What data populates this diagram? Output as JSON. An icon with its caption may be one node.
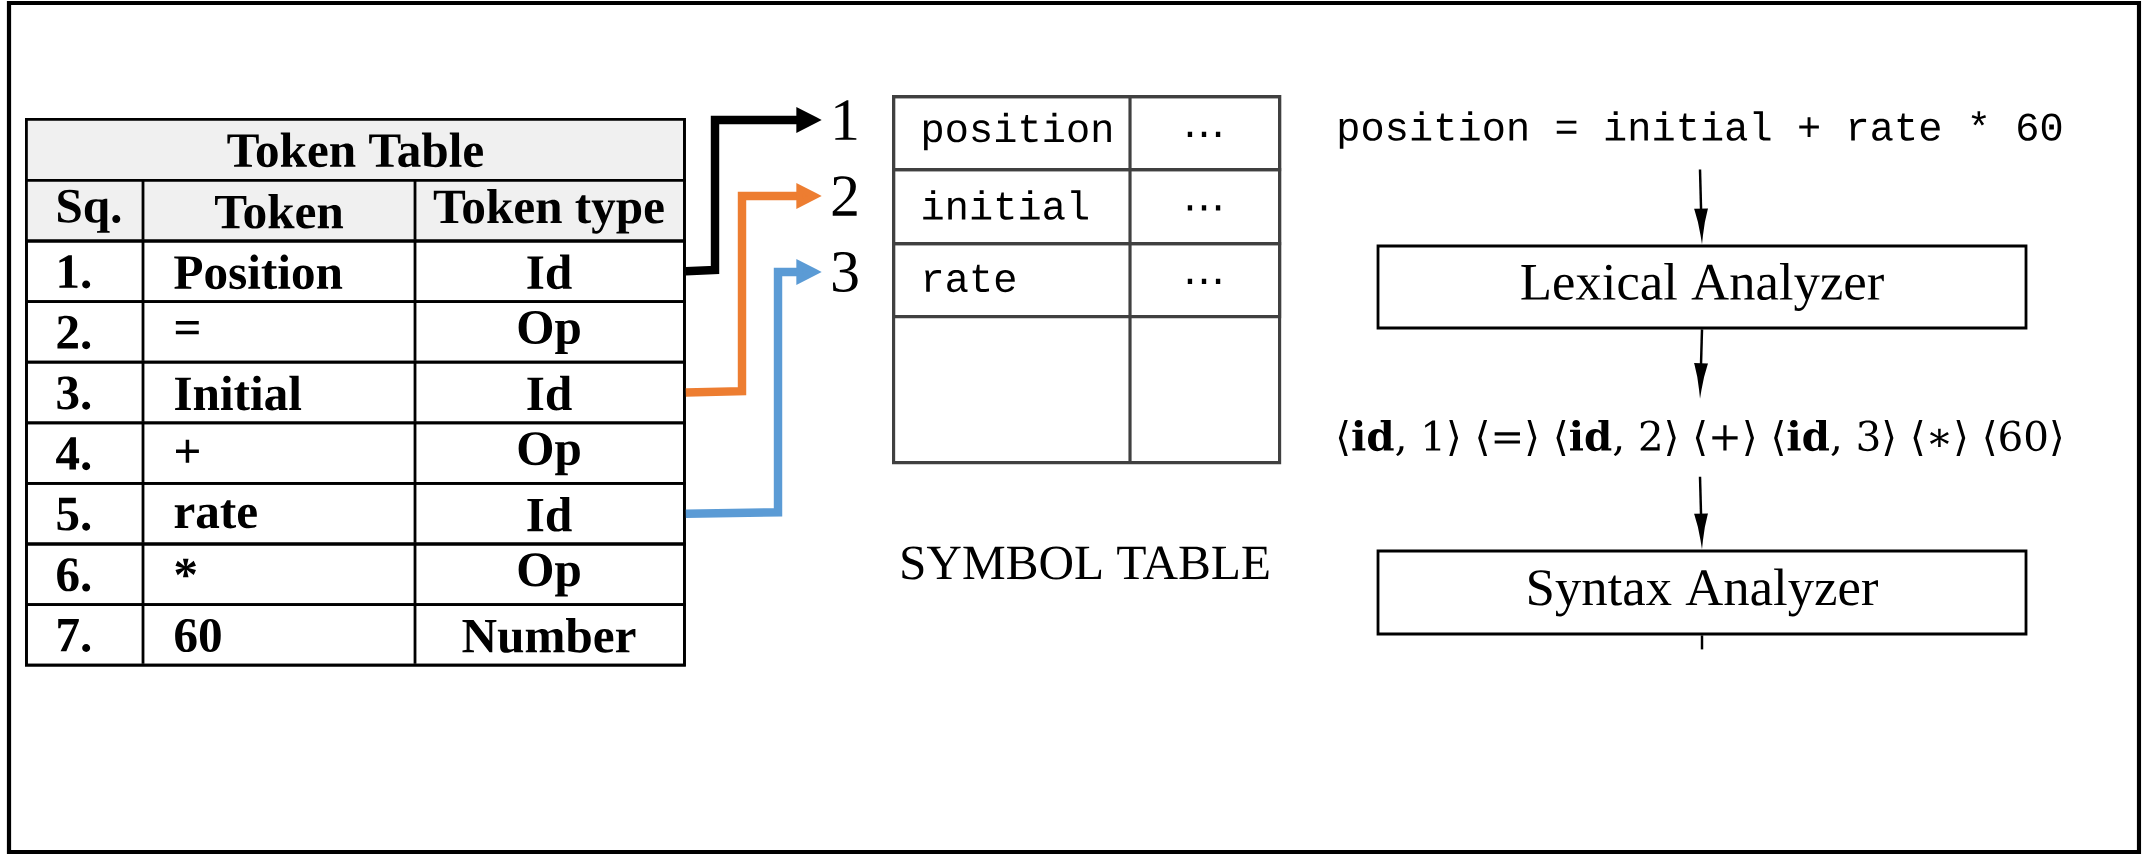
{
  "diagram": {
    "nodes": [
      {
        "text": [],
        "shape": "box"
      },
      {
        "text": [
          "Token Table"
        ],
        "in": 0
      },
      {
        "text": [
          "Sq.",
          "Token",
          "Token type"
        ],
        "in": 0
      },
      {
        "text": [
          "1.",
          "Position",
          "Id"
        ],
        "in": 0
      },
      {
        "text": [
          "2.",
          "=",
          "Op"
        ],
        "in": 0
      },
      {
        "text": [
          "3.",
          "Initial",
          "Id"
        ],
        "in": 0
      },
      {
        "text": [
          "4.",
          "+",
          "Op"
        ],
        "in": 0
      },
      {
        "text": [
          "5.",
          "rate",
          "Id"
        ],
        "in": 0
      },
      {
        "text": [
          "6.",
          "*",
          "Op"
        ],
        "in": 0
      },
      {
        "text": [
          "7.",
          "60",
          "Number"
        ],
        "in": 0
      },
      {
        "text": [
          "1"
        ]
      },
      {
        "text": [
          "2"
        ]
      },
      {
        "text": [
          "3"
        ]
      },
      {
        "text": [
          "SYMBOL TABLE"
        ]
      },
      {
        "text": [
          "position",
          "⋯"
        ],
        "in": 13
      },
      {
        "text": [
          "initial",
          "⋯"
        ],
        "in": 13
      },
      {
        "text": [
          "rate",
          "⋯"
        ],
        "in": 13
      },
      {
        "text": [
          "position = initial + rate * 60"
        ]
      },
      {
        "text": [
          "Lexical Analyzer"
        ]
      },
      {
        "text": [
          "⟨**id**, 1⟩ ⟨=⟩ ⟨**id**, 2⟩ ⟨+⟩ ⟨**id**, 3⟩ ⟨∗⟩ ⟨60⟩"
        ]
      },
      {
        "text": [
          "Syntax Analyzer"
        ]
      }
    ],
    "edges": [
      {
        "from": 3,
        "to": 10,
        "arrow": "to",
        "style": "thick"
      },
      {
        "from": 5,
        "to": 11,
        "arrow": "to",
        "style": "thick",
        "color": "#ed7d31"
      },
      {
        "from": 7,
        "to": 12,
        "arrow": "to",
        "style": "thick",
        "color": "#5b9bd5"
      },
      {
        "from": 17,
        "to": 18,
        "arrow": "to"
      },
      {
        "from": 18,
        "to": 19,
        "arrow": "to"
      },
      {
        "from": 19,
        "to": 20,
        "arrow": "to"
      },
      {
        "from": 20,
        "to": null,
        "arrow": "none"
      }
    ]
  }
}
